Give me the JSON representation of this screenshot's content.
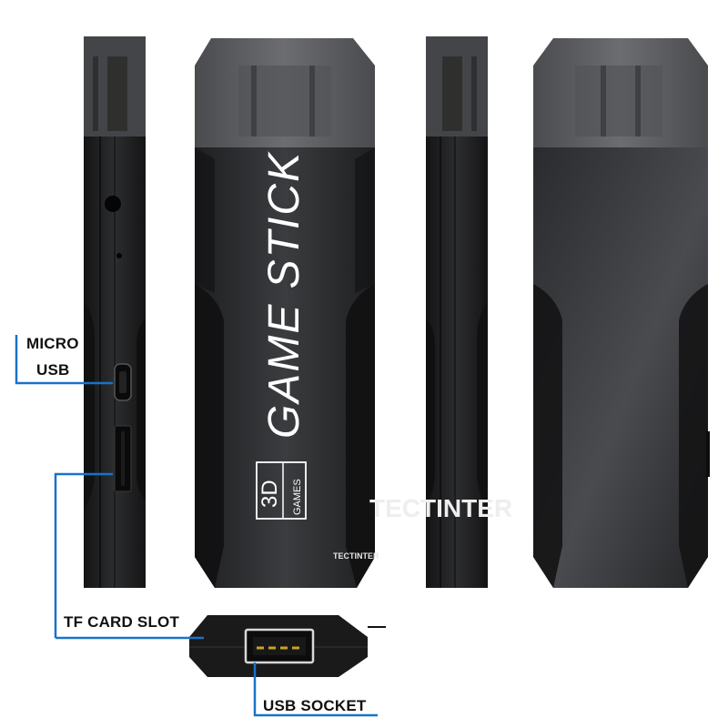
{
  "product": {
    "name": "GAME STICK",
    "badge_main": "3D",
    "badge_sub": "GAMES"
  },
  "labels": {
    "micro_usb_line1": "MICRO",
    "micro_usb_line2": "USB",
    "tf_card_slot": "TF CARD SLOT",
    "usb_socket": "USB SOCKET"
  },
  "watermark": {
    "text": "TECTINTER",
    "small_text": "TECTINTER"
  },
  "colors": {
    "callout_line": "#1a72c9",
    "body_dark": "#1c1c1e",
    "body_mid": "#3a3b3e",
    "cap": "#5c5d60"
  }
}
